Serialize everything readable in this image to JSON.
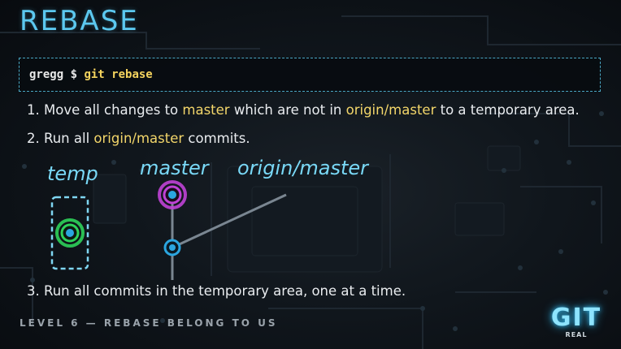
{
  "slide": {
    "title": "REBASE",
    "command": {
      "prompt": "gregg $ ",
      "text": "git rebase"
    },
    "steps": [
      {
        "number": "1.",
        "parts": [
          "Move all changes to ",
          "master",
          " which are not in ",
          "origin/master",
          " to a temporary area."
        ]
      },
      {
        "number": "2.",
        "parts": [
          "Run all ",
          "origin/master",
          " commits."
        ]
      },
      {
        "number": "3.",
        "text": "Run all commits in the temporary area, one at a time."
      }
    ],
    "diagram": {
      "labels": {
        "temp": "temp",
        "master": "master",
        "origin": "origin/master"
      },
      "colors": {
        "temp_commit": "#2ed15a",
        "master_commit": "#c042d6",
        "base_commit": "#2ba6e0",
        "branch_line": "#7a8691",
        "temp_box": "#7fd6f2"
      }
    },
    "footer": "LEVEL 6 — REBASE BELONG TO US",
    "logo": {
      "main": "GIT",
      "sub": "REAL"
    }
  }
}
